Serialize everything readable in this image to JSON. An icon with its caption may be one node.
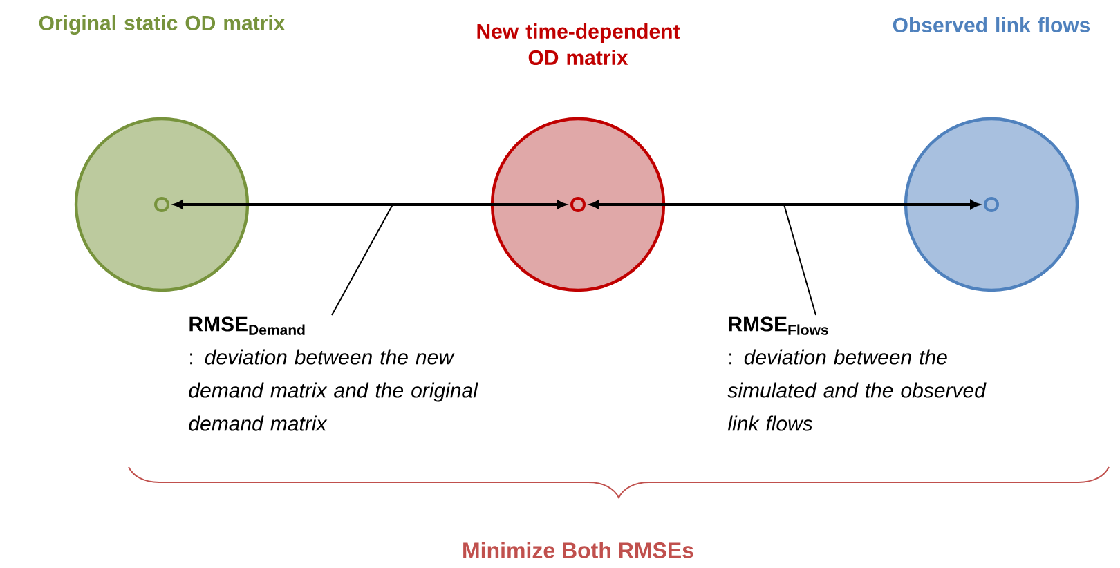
{
  "diagram": {
    "nodes": [
      {
        "text": [
          "Original static OD matrix"
        ]
      },
      {
        "text": [],
        "shape": "circle",
        "in": 0
      },
      {
        "text": [
          "New time-dependent OD matrix"
        ]
      },
      {
        "text": [],
        "shape": "circle",
        "in": 2
      },
      {
        "text": [
          "Observed link flows"
        ]
      },
      {
        "text": [],
        "shape": "circle",
        "in": 4
      },
      {
        "text": [
          "RMSE$_{Demand}$",
          ": *deviation between the new demand matrix and the original demand matrix*"
        ]
      },
      {
        "text": [
          "RMSE$_{Flows}$",
          ": *deviation between the simulated and the observed link flows*"
        ]
      }
    ],
    "edges": [
      {
        "from": 1,
        "to": 3,
        "arrow": "both"
      },
      {
        "from": 3,
        "to": 5,
        "arrow": "both"
      },
      {
        "from": 6,
        "to": null,
        "arrow": "none"
      },
      {
        "from": 7,
        "to": null,
        "arrow": "none"
      }
    ],
    "labels": [
      "Minimize Both RMSEs"
    ]
  }
}
